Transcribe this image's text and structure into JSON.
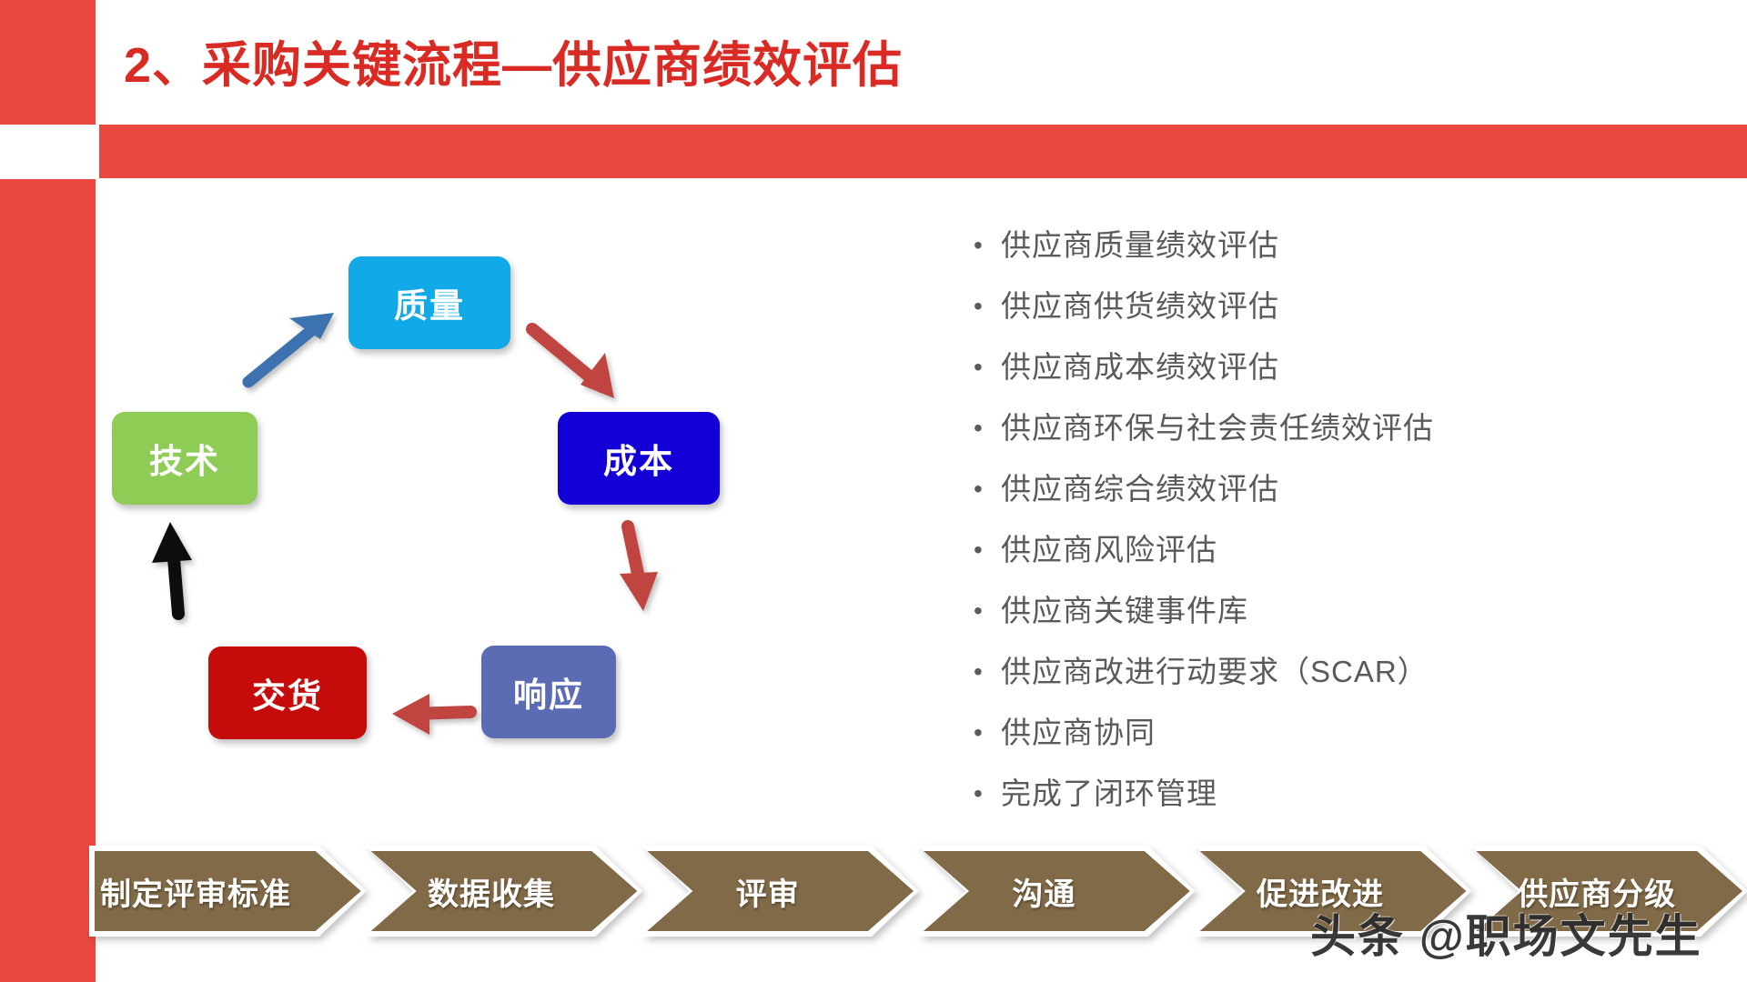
{
  "slide": {
    "title": "2、采购关键流程—供应商绩效评估",
    "accent_red": "#E8483F",
    "title_red": "#D92B24",
    "background": "#FFFFFF"
  },
  "cycle": {
    "nodes": [
      {
        "id": "quality",
        "label": "质量",
        "color": "#12A9E8"
      },
      {
        "id": "cost",
        "label": "成本",
        "color": "#1200D6"
      },
      {
        "id": "response",
        "label": "响应",
        "color": "#5B6CB5"
      },
      {
        "id": "delivery",
        "label": "交货",
        "color": "#C60B0B"
      },
      {
        "id": "tech",
        "label": "技术",
        "color": "#8ECC56"
      }
    ],
    "arrows": [
      {
        "id": "quality-to-cost",
        "from": "质量",
        "to": "成本",
        "color": "#C0453F"
      },
      {
        "id": "cost-to-response",
        "from": "成本",
        "to": "响应",
        "color": "#C0453F"
      },
      {
        "id": "response-to-delivery",
        "from": "响应",
        "to": "交货",
        "color": "#C0453F"
      },
      {
        "id": "delivery-to-tech",
        "from": "交货",
        "to": "技术",
        "color": "#111111"
      },
      {
        "id": "tech-to-quality",
        "from": "技术",
        "to": "质量",
        "color": "#3E72B0"
      }
    ]
  },
  "bullets": {
    "marker": "•",
    "color": "#5A5A5A",
    "items": [
      "供应商质量绩效评估",
      "供应商供货绩效评估",
      "供应商成本绩效评估",
      "供应商环保与社会责任绩效评估",
      "供应商综合绩效评估",
      "供应商风险评估",
      "供应商关键事件库",
      "供应商改进行动要求（SCAR）",
      "供应商协同",
      "完成了闭环管理"
    ]
  },
  "process": {
    "color": "#806A48",
    "steps": [
      "制定评审标准",
      "数据收集",
      "评审",
      "沟通",
      "促进改进",
      "供应商分级"
    ]
  },
  "watermark": {
    "text": "头条 @职场文先生"
  }
}
